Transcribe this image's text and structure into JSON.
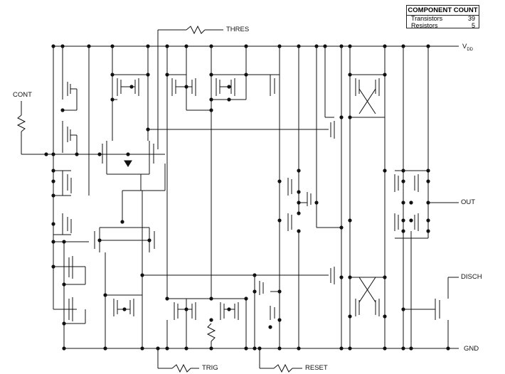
{
  "component_count": {
    "title": "COMPONENT COUNT",
    "rows": [
      {
        "label": "Transistors",
        "value": "39"
      },
      {
        "label": "Resistors",
        "value": "5"
      }
    ]
  },
  "pins": {
    "vdd_main": "V",
    "vdd_sub": "DD",
    "gnd": "GND",
    "cont": "CONT",
    "thres": "THRES",
    "trig": "TRIG",
    "reset": "RESET",
    "out": "OUT",
    "disch": "DISCH"
  }
}
